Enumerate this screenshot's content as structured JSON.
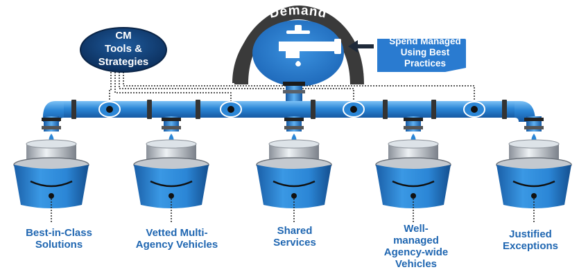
{
  "demand_label": "Demand",
  "cm_box": {
    "line1": "CM",
    "line2": "Tools &",
    "line3": "Strategies"
  },
  "spend_box": {
    "line1": "Spend Managed",
    "line2": "Using Best",
    "line3": "Practices"
  },
  "buckets": [
    {
      "line1": "Best-in-Class",
      "line2": "Solutions"
    },
    {
      "line1": "Vetted Multi-",
      "line2": "Agency Vehicles"
    },
    {
      "line1": "Shared",
      "line2": "Services"
    },
    {
      "line1": "Well-",
      "line2": "managed",
      "line3": "Agency-wide",
      "line4": "Vehicles"
    },
    {
      "line1": "Justified",
      "line2": "Exceptions"
    }
  ],
  "colors": {
    "pipe": "#2b86d6",
    "pipe_dark": "#1659a3",
    "navy": "#0e3a6e",
    "label": "#1f66b1",
    "arc": "#3a3a3a",
    "faucet_circle": "#2a7bd0"
  }
}
